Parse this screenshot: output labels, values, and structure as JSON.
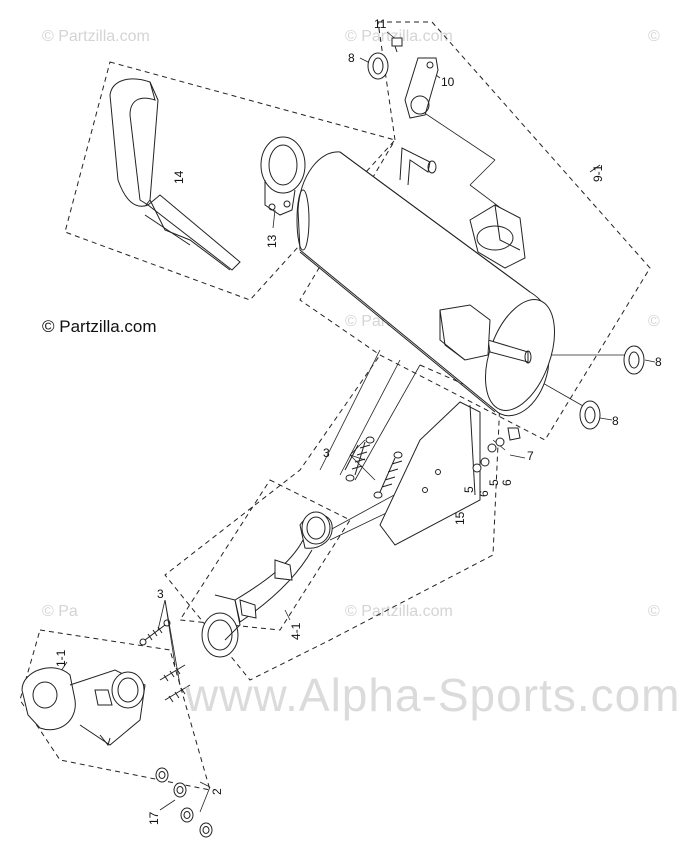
{
  "watermarks": {
    "primary": "© Partzilla.com",
    "faint": "© Partzilla.com",
    "faint_trunc": "© Pa",
    "faint_short": "©",
    "site": "www.Alpha-Sports.com"
  },
  "callouts": {
    "c11": "11",
    "c8_top": "8",
    "c10": "10",
    "c9_1": "9-1",
    "c14": "14",
    "c13": "13",
    "c8_right_a": "8",
    "c8_right_b": "8",
    "c7": "7",
    "c3_upper": "3",
    "c5a": "5",
    "c6a": "6",
    "c5b": "5",
    "c6b": "6",
    "c15": "15",
    "c4_1": "4-1",
    "c3_lower": "3",
    "c1_1": "1-1",
    "c2": "2",
    "c17": "17"
  },
  "colors": {
    "line": "#222222",
    "watermark": "#d4d4d4"
  }
}
